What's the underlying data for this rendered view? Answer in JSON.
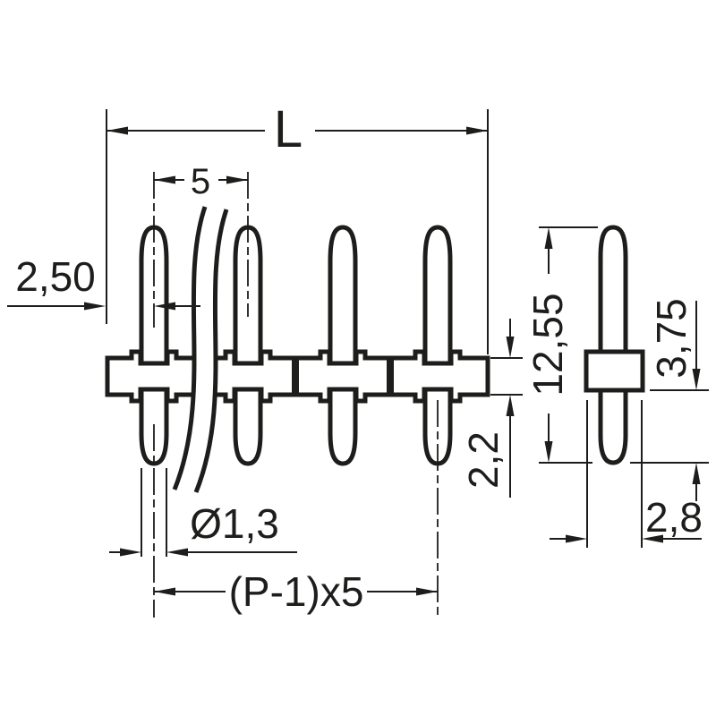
{
  "drawing": {
    "description": "Dimensional drawing of a breakable single-row pin header strip: front view with break lines and side view",
    "background": "#ffffff",
    "line_color": "#1d1d1b",
    "units_style": "metric, comma decimal separator",
    "labels": {
      "overall_length": "L",
      "pin_pitch": "5",
      "end_to_first_pin": "2,50",
      "pin_diameter": "Ø1,3",
      "pin_row_span": "(P-1)x5",
      "overall_pin_length": "12,55",
      "insulator_height": "2,2",
      "solder_tail_length": "3,75",
      "insulator_depth": "2,8"
    },
    "front_view": {
      "visible_pins": 4,
      "break_lines": true
    },
    "side_view": {
      "visible_pins": 1
    }
  }
}
